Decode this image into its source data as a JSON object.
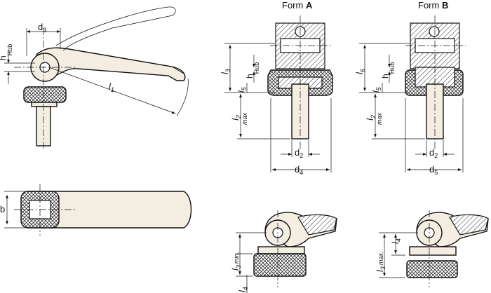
{
  "forms": {
    "a_prefix": "Form ",
    "a_letter": "A",
    "b_prefix": "Form ",
    "b_letter": "B"
  },
  "dims": {
    "d3": "d",
    "d3_sub": "3",
    "h": "h",
    "h_sub": "Hub",
    "l1": "l",
    "l1_sub": "1",
    "b": "b",
    "d2": "d",
    "d2_sub": "2",
    "d4": "d",
    "d4_sub": "4",
    "d5": "d",
    "d5_sub": "5",
    "l2": "l",
    "l2_sub": "2",
    "l2_max": "max",
    "l3": "l",
    "l3_sub": "3",
    "l5": "l",
    "l5_sub": "5",
    "l6": "l",
    "l6_sub": "6",
    "l4": "l",
    "l4_sub": "4",
    "l3min": "l",
    "l3min_sub": "3",
    "l3min_suffix": "min.",
    "l3max": "l",
    "l3max_sub": "3",
    "l3max_suffix": "max."
  }
}
